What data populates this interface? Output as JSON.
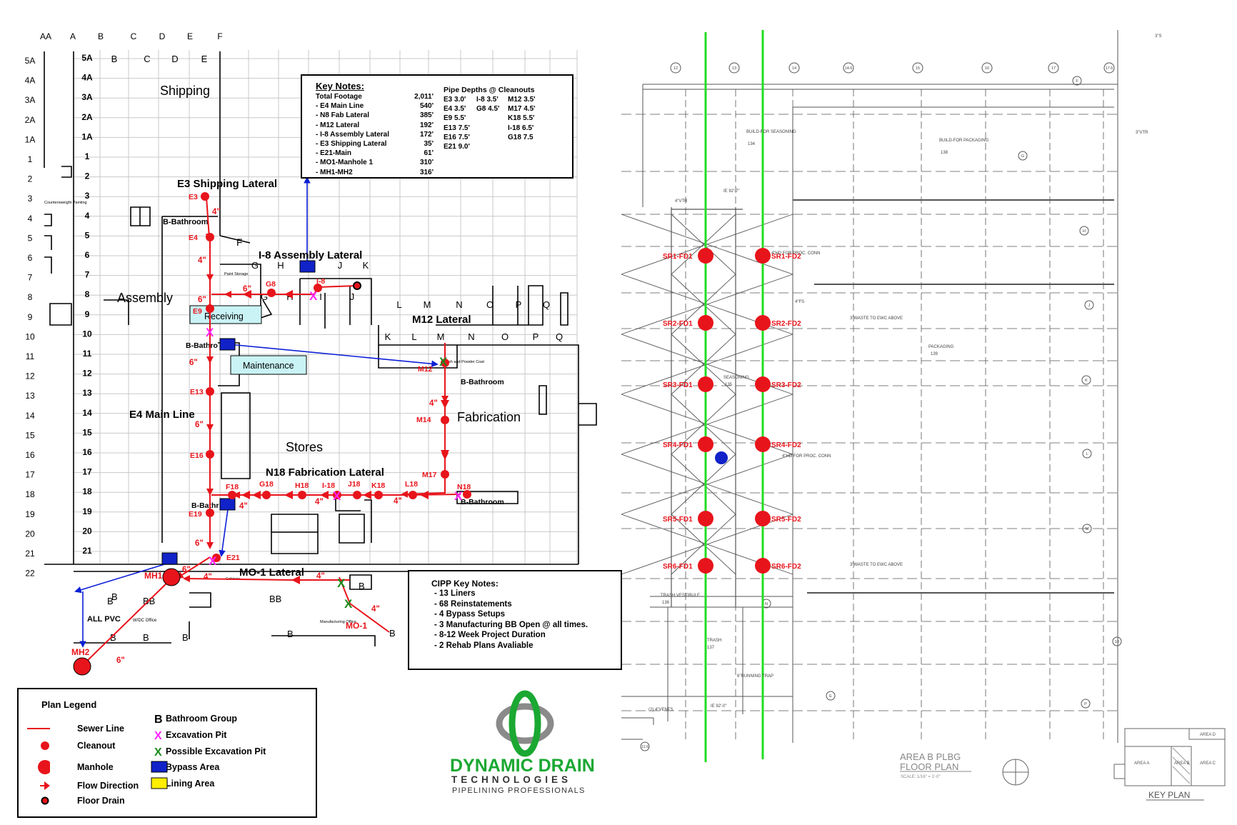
{
  "grid": {
    "top_labels": [
      "AA",
      "A",
      "B",
      "C",
      "D",
      "E",
      "F"
    ],
    "row_labels_outer": [
      "5A",
      "4A",
      "3A",
      "2A",
      "1A",
      "1",
      "2",
      "3",
      "4",
      "5",
      "6",
      "7",
      "8",
      "9",
      "10",
      "11",
      "12",
      "13",
      "14",
      "15",
      "16",
      "17",
      "18",
      "19",
      "20",
      "21",
      "22"
    ],
    "row_labels_inner": [
      "5A",
      "4A",
      "3A",
      "2A",
      "1A",
      "1",
      "2",
      "3",
      "4",
      "5",
      "6",
      "7",
      "8",
      "9",
      "10",
      "11",
      "12",
      "13",
      "14",
      "15",
      "16",
      "17",
      "18",
      "19",
      "20",
      "21"
    ],
    "inner_col_labels": [
      "B",
      "C",
      "D",
      "E"
    ]
  },
  "areas": {
    "shipping": "Shipping",
    "assembly": "Assembly",
    "receiving": "Receiving",
    "maintenance": "Maintenance",
    "stores": "Stores",
    "fabrication": "Fabrication",
    "countersweight": "Countersweight Painting",
    "paint_storage": "Paint Storage",
    "manufacturing_office": "Manufacturing Office",
    "wdc_office": "W/DC Office",
    "wash_powder": "Wash and Powder Coat",
    "all_pvc": "ALL PVC",
    "cafeteria": "Cafeteria",
    "bathrooms": [
      "B-Bathroom",
      "B-Bathro",
      "B-Bathroom",
      "B-Bathr",
      "B-Bathroom"
    ],
    "letters_lmnopq": [
      "L",
      "M",
      "N",
      "O",
      "P",
      "Q"
    ],
    "letters_klmnopq": [
      "K",
      "L",
      "M",
      "N",
      "O",
      "P",
      "Q"
    ],
    "letters_ghijk_top": [
      "G",
      "H",
      "I",
      "J",
      "K"
    ],
    "letters_ghij_low": [
      "G",
      "H",
      "I",
      "J"
    ],
    "letter_f": "F",
    "b_groups": [
      "B",
      "BB",
      "B",
      "B",
      "B",
      "B",
      "BB",
      "B",
      "B",
      "B"
    ]
  },
  "laterals": {
    "e3": "E3 Shipping Lateral",
    "i8": "I-8 Assembly Lateral",
    "m12": "M12 Lateral",
    "e4": "E4 Main Line",
    "n18": "N18 Fabrication Lateral",
    "mo1": "MO-1 Lateral"
  },
  "nodes": {
    "e3": "E3",
    "e4": "E4",
    "e9": "E9",
    "e13": "E13",
    "e16": "E16",
    "e19": "E19",
    "e21": "E21",
    "g8": "G8",
    "i8": "I-8",
    "m12": "M12",
    "m14": "M14",
    "m17": "M17",
    "n18": "N18",
    "f18": "F18",
    "g18": "G18",
    "h18": "H18",
    "i18": "I-18",
    "j18": "J18",
    "k18": "K18",
    "l18": "L18",
    "mh1": "MH1",
    "mh2": "MH2",
    "mo1": "MO-1"
  },
  "pipe_sizes": {
    "e3_seg": "4\"",
    "e4_seg": "4\"",
    "e8_6": "6\"",
    "g8_6": "6\"",
    "e11_6": "6\"",
    "e14_6": "6\"",
    "m13_4": "4\"",
    "f18_4": "4\"",
    "i18_4": "4\"",
    "l18_4": "4\"",
    "e20_6": "6\"",
    "e21_6": "6\"",
    "mh1_4": "4\"",
    "mo_4a": "4\"",
    "mo_4b": "4\"",
    "mh2_6": "6\""
  },
  "key_notes": {
    "title": "Key Notes:",
    "rows": [
      {
        "label": "Total Footage",
        "value": "2,011'"
      },
      {
        "label": "- E4 Main Line",
        "value": "540'"
      },
      {
        "label": "- N8 Fab Lateral",
        "value": "385'"
      },
      {
        "label": "- M12 Lateral",
        "value": "192'"
      },
      {
        "label": "- I-8 Assembly Lateral",
        "value": "172'"
      },
      {
        "label": "- E3 Shipping Lateral",
        "value": "35'"
      },
      {
        "label": "- E21-Main",
        "value": "61'"
      },
      {
        "label": "- MO1-Manhole 1",
        "value": "310'"
      },
      {
        "label": "- MH1-MH2",
        "value": "316'"
      }
    ],
    "depths_title": "Pipe Depths @ Cleanouts",
    "depths_col1": [
      "E3 3.0'",
      "E4 3.5'",
      "E9 5.5'",
      "E13 7.5'",
      "E16 7.5'",
      "E21 9.0'"
    ],
    "depths_col2": [
      "I-8 3.5'",
      "G8 4.5'"
    ],
    "depths_col3": [
      "M12 3.5'",
      "M17 4.5'",
      "K18 5.5'",
      "I-18 6.5'",
      "G18 7.5"
    ]
  },
  "cipp_notes": {
    "title": "CIPP Key Notes:",
    "rows": [
      "- 13 Liners",
      "- 68 Reinstatements",
      "- 4 Bypass Setups",
      "- 3 Manufacturing BB Open @ all times.",
      "- 8-12 Week Project Duration",
      "- 2 Rehab Plans Avaliable"
    ]
  },
  "legend": {
    "title": "Plan Legend",
    "items": [
      {
        "label": "Sewer Line",
        "symbol": "sewer-line"
      },
      {
        "label": "Cleanout",
        "symbol": "cleanout"
      },
      {
        "label": "Manhole",
        "symbol": "manhole"
      },
      {
        "label": "Flow Direction",
        "symbol": "flow-direction"
      },
      {
        "label": "Floor Drain",
        "symbol": "floor-drain"
      },
      {
        "label": "Bathroom Group",
        "symbol": "bathroom-group",
        "glyph": "B"
      },
      {
        "label": "Excavation Pit",
        "symbol": "excavation-pit",
        "glyph": "X"
      },
      {
        "label": "Possible Excavation Pit",
        "symbol": "possible-excavation-pit",
        "glyph": "X"
      },
      {
        "label": "Bypass Area",
        "symbol": "bypass-area"
      },
      {
        "label": "Lining Area",
        "symbol": "lining-area"
      }
    ]
  },
  "logo": {
    "line1": "DYNAMIC DRAIN",
    "line2": "TECHNOLOGIES",
    "line3": "PIPELINING PROFESSIONALS"
  },
  "blueprint": {
    "col_bubbles": [
      "12",
      "13",
      "14",
      "14.6",
      "15",
      "16",
      "17",
      "17.6"
    ],
    "right_bubbles": [
      "G",
      "H",
      "J",
      "K",
      "L",
      "M",
      "N",
      "P",
      "F",
      "E"
    ],
    "bottom_bubbles": [
      "11.6",
      "18"
    ],
    "drain_left": [
      "SR1-FD1",
      "SR2-FD1",
      "SR3-FD1",
      "SR4-FD1",
      "SR5-FD1",
      "SR6-FD1"
    ],
    "drain_right": [
      "SR1-FD2",
      "SR2-FD2",
      "SR3-FD2",
      "SR4-FD2",
      "SR5-FD2",
      "SR6-FD2"
    ],
    "room_build_seasoning": "BUILD-FOR SEASONING",
    "room_build_seasoning_no": "134",
    "room_build_packaging": "BUILD-FOR PACKAGING",
    "room_build_packaging_no": "138",
    "room_packaging": "PACKAGING",
    "room_packaging_no": "139",
    "room_seasoning": "SEASONING",
    "room_seasoning_no": "135",
    "room_trash_vestibule": "TRASH VESTIBULE",
    "room_trash_vestibule_no": "136",
    "room_trash": "TRASH",
    "room_trash_no": "137",
    "note_waste1": "3\"WASTE TO EWC ABOVE",
    "note_waste2": "3\"WASTE TO EWC ABOVE",
    "note_hd1": "4\"HD FOR PROC. CONN",
    "note_hd2": "4\"HD FOR PROC. CONN",
    "note_ie": "IE 92'-7\"",
    "note_ie2": "IE 92'-0\"",
    "note_running_trap": "6\"RUNNING TRAP",
    "note_vents": "(2) 4\"VENTS",
    "note_4fs": "4\"FS",
    "note_3s": "3\"S",
    "note_3vtr": "3\"VTR",
    "note_4vtr": "4\"VTR",
    "plan_title_1": "AREA B PLBG",
    "plan_title_2": "FLOOR PLAN",
    "plan_scale": "SCALE: 1/16\" = 1'-0\"",
    "key_plan": "KEY PLAN",
    "area_a": "AREA A",
    "area_b": "AREA B",
    "area_c": "AREA C",
    "area_d": "AREA D"
  },
  "colors": {
    "sewer": "#e8141b",
    "bypass": "#0b1fd6",
    "bypass_fill": "#1022c8",
    "receiving_fill": "#c9f3f5",
    "excavation": "#ff24ff",
    "possible_excavation": "#1a8a1a",
    "green_line": "#22dd22",
    "logo_green": "#1aa832",
    "blueprint_line": "#555555",
    "grid_line": "#c8c8c8"
  }
}
